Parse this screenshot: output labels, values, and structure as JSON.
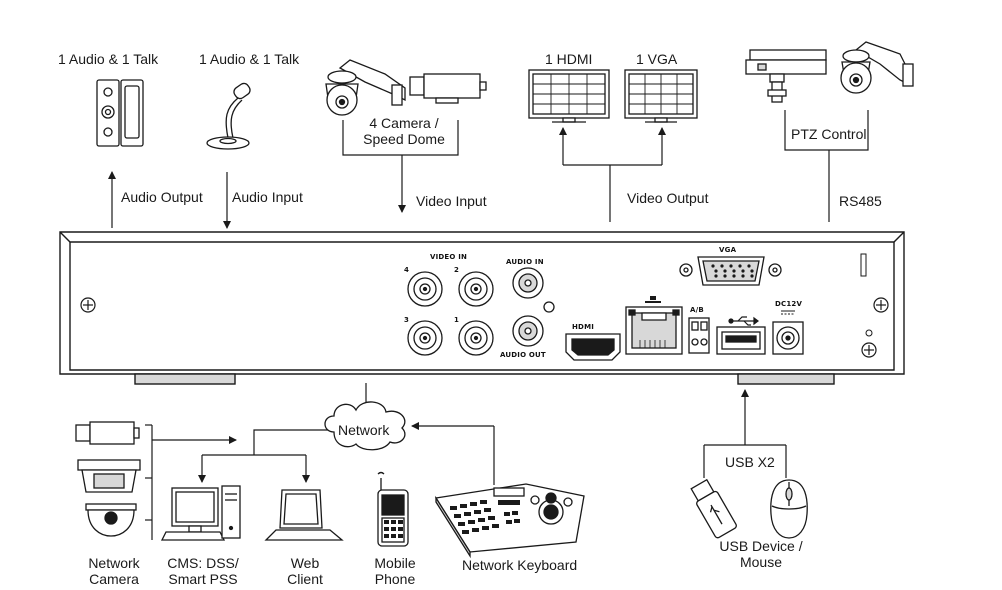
{
  "labels": {
    "speaker": "1 Audio  & 1 Talk",
    "microphone": "1 Audio & 1 Talk",
    "camera_top": [
      "4  Camera /",
      "Speed Dome"
    ],
    "hdmi_monitor": "1 HDMI",
    "vga_monitor": "1 VGA",
    "ptz_control": "PTZ Control",
    "audio_output": "Audio  Output",
    "audio_input": "Audio  Input",
    "video_input": "Video Input",
    "video_output": "Video Output",
    "rs485": "RS485",
    "network": "Network",
    "usb_x2": "USB X2",
    "network_camera": [
      "Network",
      "Camera"
    ],
    "cms": [
      "CMS: DSS/",
      "Smart PSS"
    ],
    "web_client": [
      "Web",
      "Client"
    ],
    "mobile_phone": [
      "Mobile",
      "Phone"
    ],
    "network_keyboard": "Network Keyboard",
    "usb_device": [
      "USB Device /",
      "Mouse"
    ]
  },
  "panel_labels": {
    "video_in": "VIDEO IN",
    "audio_in": "AUDIO IN",
    "audio_out": "AUDIO OUT",
    "ch1": "1",
    "ch2": "2",
    "ch3": "3",
    "ch4": "4",
    "hdmi": "HDMI",
    "vga": "VGA",
    "ab": "A/B",
    "dc": "DC12V"
  },
  "colors": {
    "line": "#1a1a1a",
    "device_fill": "#ffffff",
    "shade": "#d8d8d8"
  },
  "icons": [
    "speaker-icon",
    "microphone-icon",
    "speed-dome-icon",
    "box-camera-icon",
    "monitor-icon",
    "ptz-camera-icon",
    "cloud-icon",
    "network-camera-icon",
    "desktop-pc-icon",
    "laptop-icon",
    "mobile-phone-icon",
    "keyboard-controller-icon",
    "usb-stick-icon",
    "mouse-icon"
  ]
}
